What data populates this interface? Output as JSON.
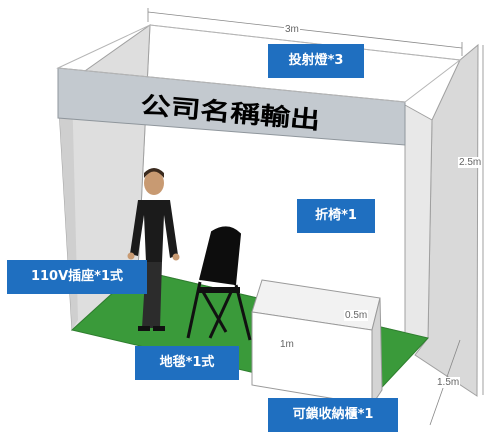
{
  "diagram": {
    "fascia_title": "公司名稱輸出",
    "labels": {
      "spotlight": "投射燈*3",
      "chair": "折椅*1",
      "socket": "110V插座*1式",
      "carpet": "地毯*1式",
      "cabinet": "可鎖收納櫃*1"
    },
    "dimensions": {
      "width": "3m",
      "height": "2.5m",
      "depth": "1.5m",
      "counter_width": "1m",
      "counter_depth": "0.5m"
    },
    "colors": {
      "label_bg": "#1f6fc0",
      "carpet": "#3a9a3a",
      "fascia": "#c3c9cf",
      "wall_back": "#ffffff",
      "wall_left": "#dedede",
      "wall_right": "#d9d9d9"
    }
  }
}
